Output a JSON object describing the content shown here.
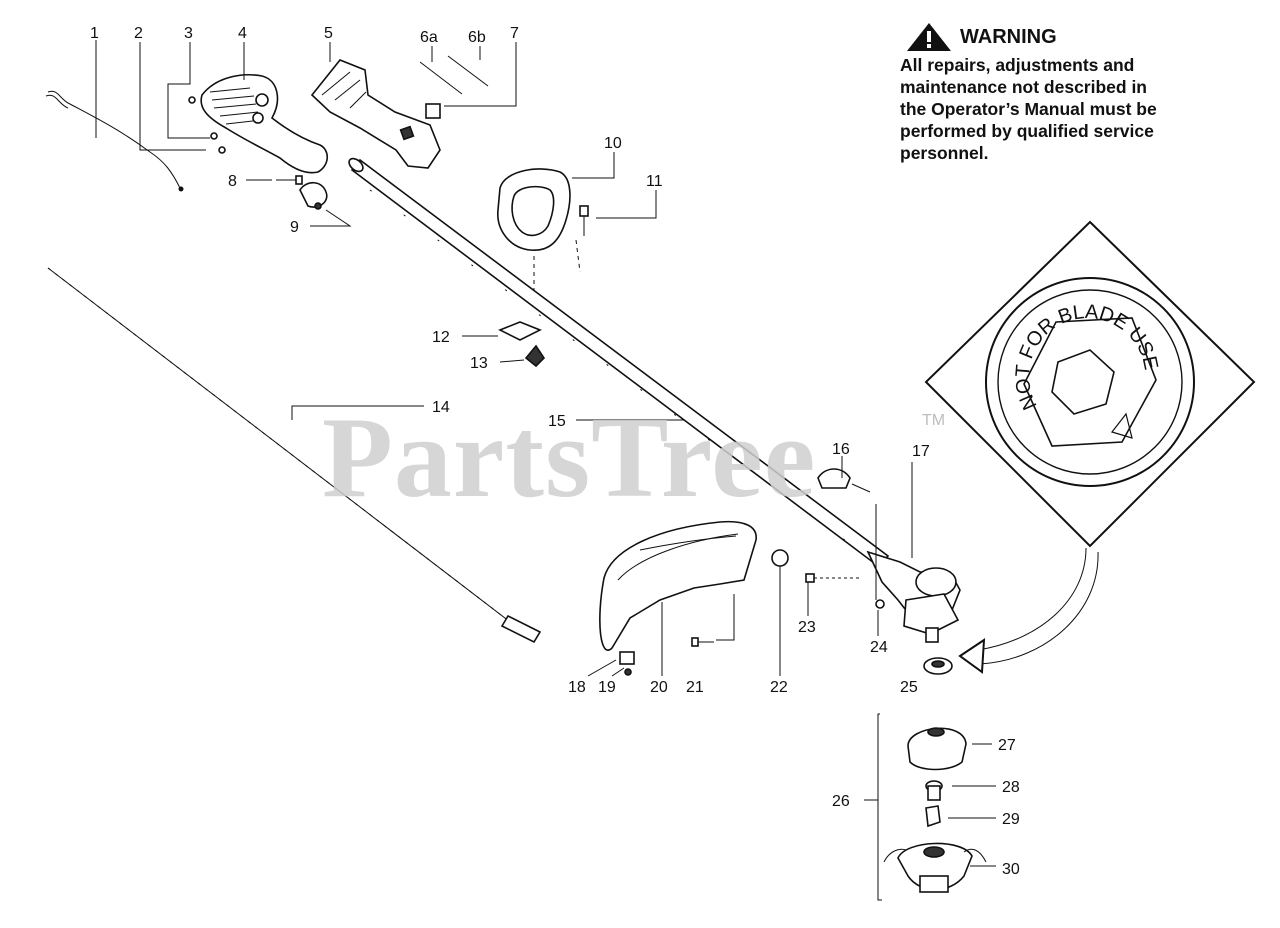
{
  "warning": {
    "icon": "warning-triangle-icon",
    "title": "WARNING",
    "lines": [
      "All repairs, adjustments and",
      "maintenance not described in",
      "the Operator’s Manual must be",
      "performed by qualified service",
      "personnel."
    ]
  },
  "watermark": {
    "text": "PartsTree",
    "tm": "TM"
  },
  "inset_text": "NOT FOR BLADE USE",
  "callouts": {
    "c1": "1",
    "c2": "2",
    "c3": "3",
    "c4": "4",
    "c5": "5",
    "c6a": "6a",
    "c6b": "6b",
    "c7": "7",
    "c8": "8",
    "c9": "9",
    "c10": "10",
    "c11": "11",
    "c12": "12",
    "c13": "13",
    "c14": "14",
    "c15": "15",
    "c16": "16",
    "c17": "17",
    "c18": "18",
    "c19": "19",
    "c20": "20",
    "c21": "21",
    "c22": "22",
    "c23": "23",
    "c24": "24",
    "c25": "25",
    "c26": "26",
    "c27": "27",
    "c28": "28",
    "c29": "29",
    "c30": "30"
  }
}
